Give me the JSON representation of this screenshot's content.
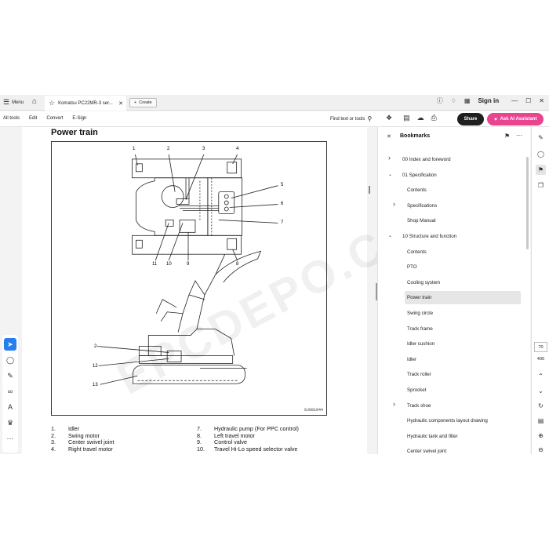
{
  "tabbar": {
    "menu_label": "Menu",
    "tab_title": "Komatsu PC22MR-3 ser...",
    "create_label": "Create",
    "signin_label": "Sign in"
  },
  "toolbar": {
    "menus": [
      "All tools",
      "Edit",
      "Convert",
      "E-Sign"
    ],
    "find_label": "Find text or tools",
    "share_label": "Share",
    "ai_label": "Ask AI Assistant"
  },
  "document": {
    "heading": "Power train",
    "figure_number": "9J001644",
    "callouts": [
      "1",
      "2",
      "3",
      "4",
      "5",
      "6",
      "7",
      "8",
      "9",
      "10",
      "11",
      "2",
      "12",
      "13"
    ],
    "watermark": "EPCDEPO.COM",
    "legend_left": [
      {
        "num": "1.",
        "text": "Idler"
      },
      {
        "num": "2.",
        "text": "Swing motor"
      },
      {
        "num": "3.",
        "text": "Center swivel joint"
      },
      {
        "num": "4.",
        "text": "Right travel motor"
      }
    ],
    "legend_right": [
      {
        "num": "7.",
        "text": "Hydraulic pump (For PPC control)"
      },
      {
        "num": "8.",
        "text": "Left travel motor"
      },
      {
        "num": "9.",
        "text": "Control valve"
      },
      {
        "num": "10.",
        "text": "Travel Hi-Lo speed selector valve"
      }
    ]
  },
  "bookmarks": {
    "title": "Bookmarks",
    "items": [
      {
        "label": "00 Index and foreword",
        "level": 0,
        "chevron": "right"
      },
      {
        "label": "01 Specification",
        "level": 0,
        "chevron": "down"
      },
      {
        "label": "Contents",
        "level": 1,
        "chevron": "none"
      },
      {
        "label": "Specifications",
        "level": 1,
        "chevron": "right"
      },
      {
        "label": "Shop Manual",
        "level": 1,
        "chevron": "none"
      },
      {
        "label": "10 Structure and function",
        "level": 0,
        "chevron": "down"
      },
      {
        "label": "Contents",
        "level": 1,
        "chevron": "none"
      },
      {
        "label": "PTO",
        "level": 1,
        "chevron": "none"
      },
      {
        "label": "Cooling system",
        "level": 1,
        "chevron": "none"
      },
      {
        "label": "Power train",
        "level": 1,
        "chevron": "none",
        "selected": true
      },
      {
        "label": "Swing circle",
        "level": 1,
        "chevron": "none"
      },
      {
        "label": "Track frame",
        "level": 1,
        "chevron": "none"
      },
      {
        "label": "Idler cushion",
        "level": 1,
        "chevron": "none"
      },
      {
        "label": "Idler",
        "level": 1,
        "chevron": "none"
      },
      {
        "label": "Track roller",
        "level": 1,
        "chevron": "none"
      },
      {
        "label": "Sprocket",
        "level": 1,
        "chevron": "none"
      },
      {
        "label": "Track shoe",
        "level": 1,
        "chevron": "right"
      },
      {
        "label": "Hydraulic components layout drawing",
        "level": 1,
        "chevron": "none"
      },
      {
        "label": "Hydraulic tank and filter",
        "level": 1,
        "chevron": "none"
      },
      {
        "label": "Center swivel joint",
        "level": 1,
        "chevron": "none"
      }
    ]
  },
  "page_nav": {
    "current_page": "70",
    "total_pages": "400"
  },
  "colors": {
    "share_bg": "#1f1f1f",
    "ai_bg": "#e8448f",
    "active_tool": "#2680eb",
    "selected_bookmark": "#e6e6e6"
  }
}
